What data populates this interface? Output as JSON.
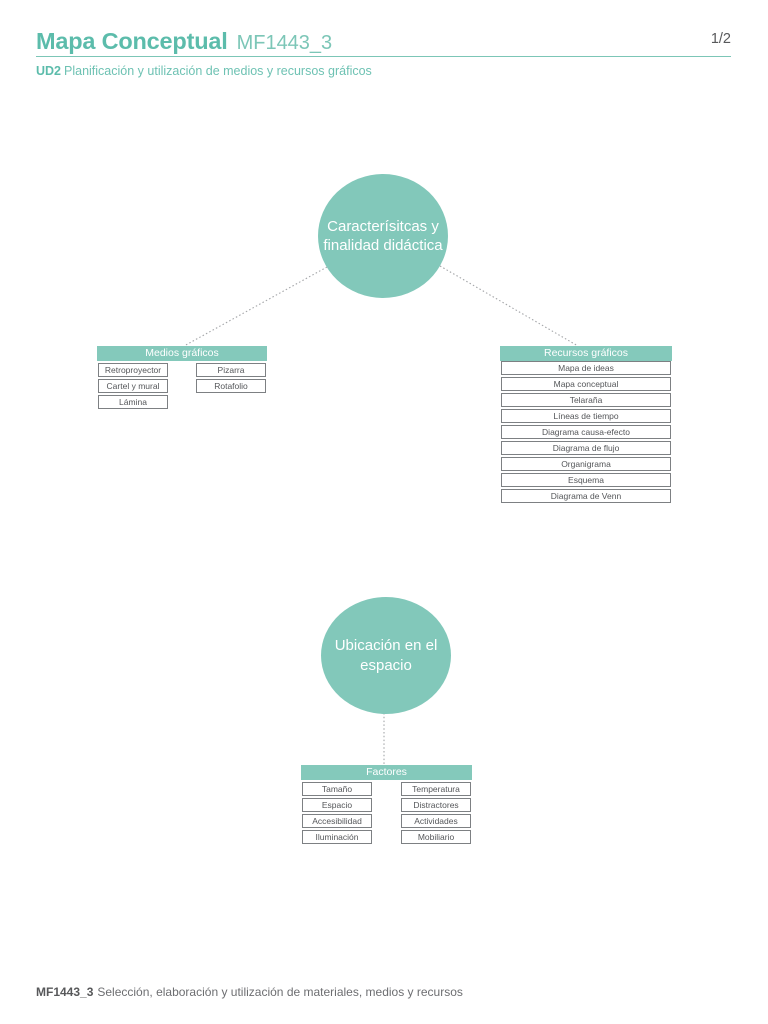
{
  "header": {
    "title": "Mapa Conceptual",
    "code": "MF1443_3",
    "unit": "UD2",
    "unit_title": "Planificación y utilización de medios y recursos gráficos",
    "page_number": "1/2"
  },
  "diagram": {
    "node_caracteristicas": {
      "label": "Caracterísitcas y\nfinalidad didáctica"
    },
    "node_ubicacion": {
      "label": "Ubicación en el\nespacio"
    },
    "medios": {
      "title": "Medios gráficos",
      "col1": [
        "Retroproyector",
        "Cartel y mural",
        "Lámina"
      ],
      "col2": [
        "Pizarra",
        "Rotafolio"
      ]
    },
    "recursos": {
      "title": "Recursos gráficos",
      "items": [
        "Mapa de ideas",
        "Mapa conceptual",
        "Telaraña",
        "Líneas de tiempo",
        "Diagrama causa-efecto",
        "Diagrama de flujo",
        "Organigrama",
        "Esquema",
        "Diagrama de Venn"
      ]
    },
    "factores": {
      "title": "Factores",
      "col1": [
        "Tamaño",
        "Espacio",
        "Accesibilidad",
        "Iluminación"
      ],
      "col2": [
        "Temperatura",
        "Distractores",
        "Actividades",
        "Mobiliario"
      ]
    }
  },
  "footer": {
    "code": "MF1443_3",
    "text": "Selección, elaboración y utilización de materiales, medios y recursos"
  },
  "colors": {
    "teal_fill": "#82c8ba",
    "teal_title": "#5cbcab",
    "teal_light": "#7cc6b7",
    "text_gray": "#58595b",
    "border_gray": "#7d8083",
    "connector_gray": "#a3a5a8"
  }
}
